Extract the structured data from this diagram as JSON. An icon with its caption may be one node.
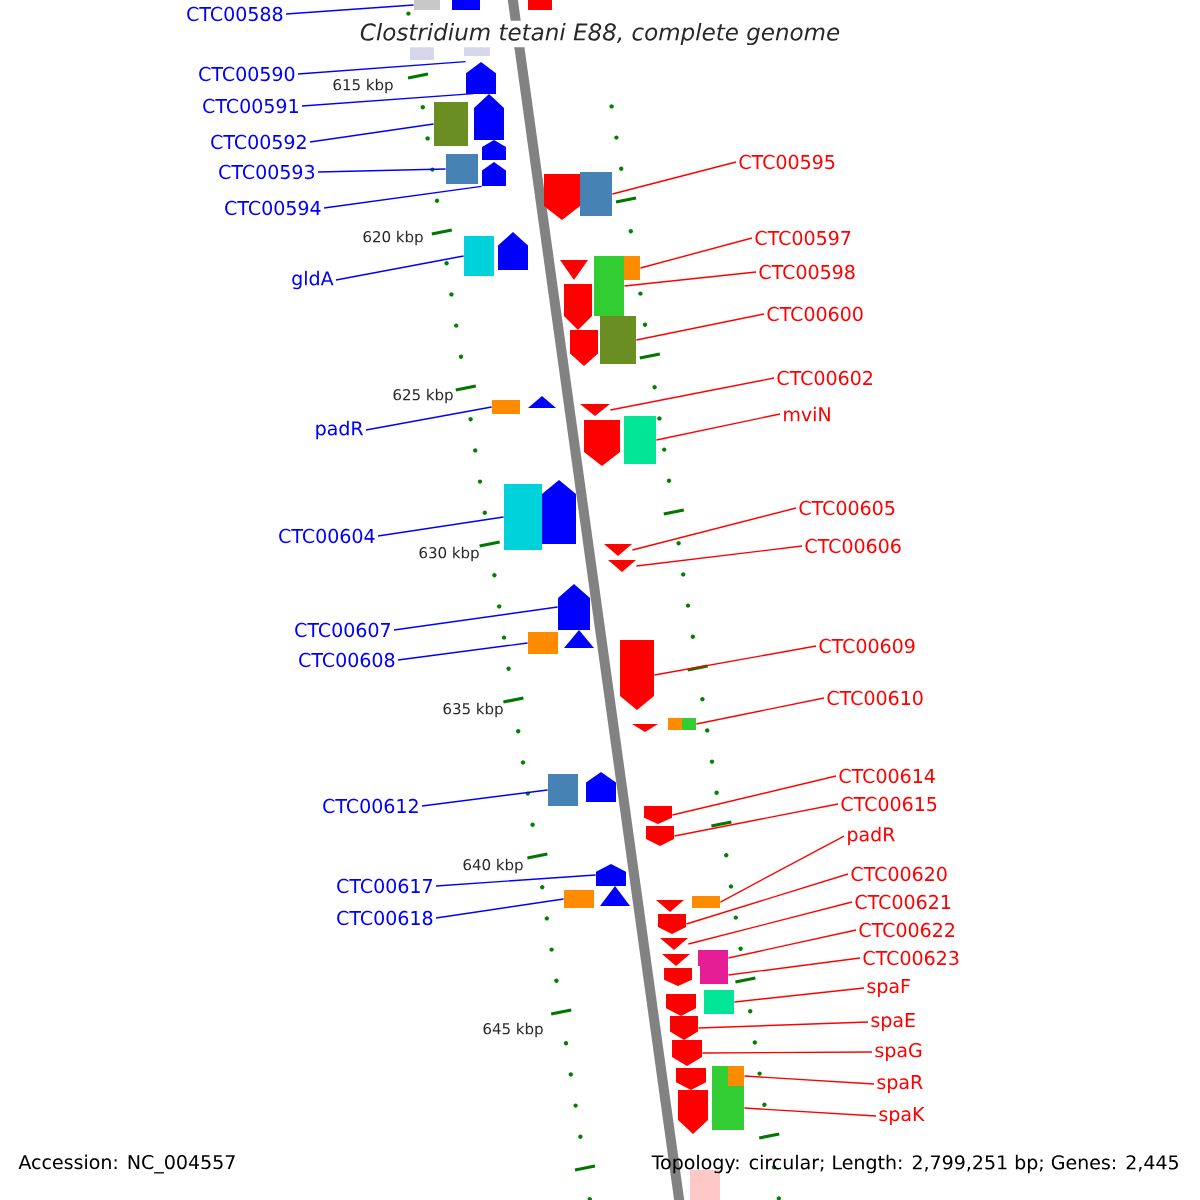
{
  "diagram": {
    "title": "Clostridium tetani E88, complete genome",
    "nodes": [
      {
        "text": [
          "CTC00588"
        ]
      },
      {
        "text": [
          "CTC00590"
        ]
      },
      {
        "text": [
          "CTC00591"
        ]
      },
      {
        "text": [
          "CTC00592"
        ]
      },
      {
        "text": [
          "CTC00593"
        ]
      },
      {
        "text": [
          "CTC00594"
        ]
      },
      {
        "text": [
          "gldA"
        ]
      },
      {
        "text": [
          "padR"
        ]
      },
      {
        "text": [
          "CTC00604"
        ]
      },
      {
        "text": [
          "CTC00607"
        ]
      },
      {
        "text": [
          "CTC00608"
        ]
      },
      {
        "text": [
          "CTC00612"
        ]
      },
      {
        "text": [
          "CTC00617"
        ]
      },
      {
        "text": [
          "CTC00618"
        ]
      },
      {
        "text": [
          "CTC00595"
        ]
      },
      {
        "text": [
          "CTC00597"
        ]
      },
      {
        "text": [
          "CTC00598"
        ]
      },
      {
        "text": [
          "CTC00600"
        ]
      },
      {
        "text": [
          "CTC00602"
        ]
      },
      {
        "text": [
          "mviN"
        ]
      },
      {
        "text": [
          "CTC00605"
        ]
      },
      {
        "text": [
          "CTC00606"
        ]
      },
      {
        "text": [
          "CTC00609"
        ]
      },
      {
        "text": [
          "CTC00610"
        ]
      },
      {
        "text": [
          "CTC00614"
        ]
      },
      {
        "text": [
          "CTC00615"
        ]
      },
      {
        "text": [
          "padR"
        ]
      },
      {
        "text": [
          "CTC00620"
        ]
      },
      {
        "text": [
          "CTC00621"
        ]
      },
      {
        "text": [
          "CTC00622"
        ]
      },
      {
        "text": [
          "CTC00623"
        ]
      },
      {
        "text": [
          "spaF"
        ]
      },
      {
        "text": [
          "spaE"
        ]
      },
      {
        "text": [
          "spaG"
        ]
      },
      {
        "text": [
          "spaR"
        ]
      },
      {
        "text": [
          "spaK"
        ]
      },
      {
        "text": [],
        "shape": "box"
      },
      {
        "text": [],
        "shape": "pentagon"
      },
      {
        "text": [],
        "shape": "pentagon"
      },
      {
        "text": [],
        "shape": "box"
      },
      {
        "text": [],
        "shape": "box"
      },
      {
        "text": [],
        "shape": "pentagon"
      },
      {
        "text": [],
        "shape": "box"
      },
      {
        "text": [],
        "shape": "box"
      },
      {
        "text": [],
        "shape": "box"
      },
      {
        "text": [],
        "shape": "pentagon"
      },
      {
        "text": [],
        "shape": "box"
      },
      {
        "text": [],
        "shape": "box"
      },
      {
        "text": [],
        "shape": "pentagon"
      },
      {
        "text": [],
        "shape": "box"
      },
      {
        "text": [],
        "shape": "box"
      },
      {
        "text": [],
        "shape": "box"
      },
      {
        "text": [],
        "shape": "box"
      },
      {
        "text": [],
        "shape": "box"
      },
      {
        "text": [],
        "shape": "triangle"
      },
      {
        "text": [],
        "shape": "box"
      },
      {
        "text": [],
        "shape": "triangle"
      },
      {
        "text": [],
        "shape": "triangle"
      },
      {
        "text": [],
        "shape": "pentagon"
      },
      {
        "text": [],
        "shape": "box"
      },
      {
        "text": [],
        "shape": "pentagon"
      },
      {
        "text": [],
        "shape": "pentagon"
      },
      {
        "text": [],
        "shape": "box"
      },
      {
        "text": [],
        "shape": "pentagon"
      },
      {
        "text": [],
        "shape": "triangle"
      },
      {
        "text": [],
        "shape": "box"
      },
      {
        "text": [],
        "shape": "box"
      },
      {
        "text": [],
        "shape": "box"
      },
      {
        "text": [],
        "shape": "pentagon"
      },
      {
        "text": [],
        "shape": "pentagon"
      },
      {
        "text": [],
        "shape": "box"
      },
      {
        "text": [],
        "shape": "box"
      },
      {
        "text": [],
        "shape": "box"
      },
      {
        "text": [],
        "shape": "box"
      },
      {
        "text": [],
        "shape": "box"
      },
      {
        "text": [],
        "shape": "box"
      },
      {
        "text": [],
        "shape": "pentagon"
      },
      {
        "text": [],
        "shape": "pentagon"
      },
      {
        "text": [],
        "shape": "triangle"
      },
      {
        "text": [],
        "shape": "pentagon"
      },
      {
        "text": [],
        "shape": "triangle"
      },
      {
        "text": [],
        "shape": "pentagon"
      },
      {
        "text": [],
        "shape": "triangle"
      },
      {
        "text": [],
        "shape": "pentagon"
      },
      {
        "text": [],
        "shape": "triangle"
      },
      {
        "text": [],
        "shape": "pentagon"
      },
      {
        "text": [],
        "shape": "pentagon"
      },
      {
        "text": [],
        "shape": "pentagon"
      },
      {
        "text": [],
        "shape": "triangle"
      },
      {
        "text": [],
        "shape": "box"
      },
      {
        "text": [],
        "shape": "triangle"
      },
      {
        "text": [],
        "shape": "triangle"
      },
      {
        "text": [],
        "shape": "pentagon"
      },
      {
        "text": [],
        "shape": "pentagon"
      },
      {
        "text": [],
        "shape": "pentagon"
      },
      {
        "text": [],
        "shape": "pentagon"
      },
      {
        "text": [],
        "shape": "box"
      },
      {
        "text": [],
        "shape": "box"
      }
    ],
    "edges": [
      {
        "from": 0,
        "to": 36,
        "arrow": "none",
        "color": "#0000ff"
      },
      {
        "from": 1,
        "to": 37,
        "arrow": "none",
        "color": "#0000ff"
      },
      {
        "from": 2,
        "to": 38,
        "arrow": "none",
        "color": "#0000ff"
      },
      {
        "from": 3,
        "to": 39,
        "arrow": "none",
        "color": "#0000ff"
      },
      {
        "from": 4,
        "to": 40,
        "arrow": "none",
        "color": "#0000ff"
      },
      {
        "from": 5,
        "to": 41,
        "arrow": "none",
        "color": "#0000ff"
      },
      {
        "from": 6,
        "to": 42,
        "arrow": "none",
        "color": "#0000ff"
      },
      {
        "from": 7,
        "to": 43,
        "arrow": "none",
        "color": "#0000ff"
      },
      {
        "from": 8,
        "to": 44,
        "arrow": "none",
        "color": "#0000ff"
      },
      {
        "from": 9,
        "to": 45,
        "arrow": "none",
        "color": "#0000ff"
      },
      {
        "from": 10,
        "to": 46,
        "arrow": "none",
        "color": "#0000ff"
      },
      {
        "from": 11,
        "to": 47,
        "arrow": "none",
        "color": "#0000ff"
      },
      {
        "from": 12,
        "to": 48,
        "arrow": "none",
        "color": "#0000ff"
      },
      {
        "from": 13,
        "to": 49,
        "arrow": "none",
        "color": "#0000ff"
      },
      {
        "from": 14,
        "to": 50,
        "arrow": "none"
      },
      {
        "from": 15,
        "to": 51,
        "arrow": "none"
      },
      {
        "from": 16,
        "to": 52,
        "arrow": "none"
      },
      {
        "from": 17,
        "to": 53,
        "arrow": "none"
      },
      {
        "from": 18,
        "to": 54,
        "arrow": "none"
      },
      {
        "from": 19,
        "to": 55,
        "arrow": "none"
      },
      {
        "from": 20,
        "to": 56,
        "arrow": "none"
      },
      {
        "from": 21,
        "to": 57,
        "arrow": "none"
      },
      {
        "from": 22,
        "to": 58,
        "arrow": "none"
      },
      {
        "from": 23,
        "to": 59,
        "arrow": "none"
      },
      {
        "from": 24,
        "to": 60,
        "arrow": "none"
      },
      {
        "from": 25,
        "to": 61,
        "arrow": "none"
      },
      {
        "from": 26,
        "to": 62,
        "arrow": "none"
      },
      {
        "from": 27,
        "to": 63,
        "arrow": "none"
      },
      {
        "from": 28,
        "to": 64,
        "arrow": "none"
      },
      {
        "from": 29,
        "to": 65,
        "arrow": "none"
      },
      {
        "from": 30,
        "to": 66,
        "arrow": "none"
      },
      {
        "from": 31,
        "to": 67,
        "arrow": "none"
      },
      {
        "from": 32,
        "to": 68,
        "arrow": "none"
      },
      {
        "from": 33,
        "to": 69,
        "arrow": "none"
      },
      {
        "from": 34,
        "to": 70,
        "arrow": "none"
      },
      {
        "from": 35,
        "to": 71,
        "arrow": "none"
      }
    ],
    "labels": [
      "615 kbp",
      "620 kbp",
      "625 kbp",
      "630 kbp",
      "635 kbp",
      "640 kbp",
      "645 kbp",
      "Accession: NC_004557",
      "Topology: circular; Length: 2,799,251 bp; Genes: 2,445"
    ]
  }
}
